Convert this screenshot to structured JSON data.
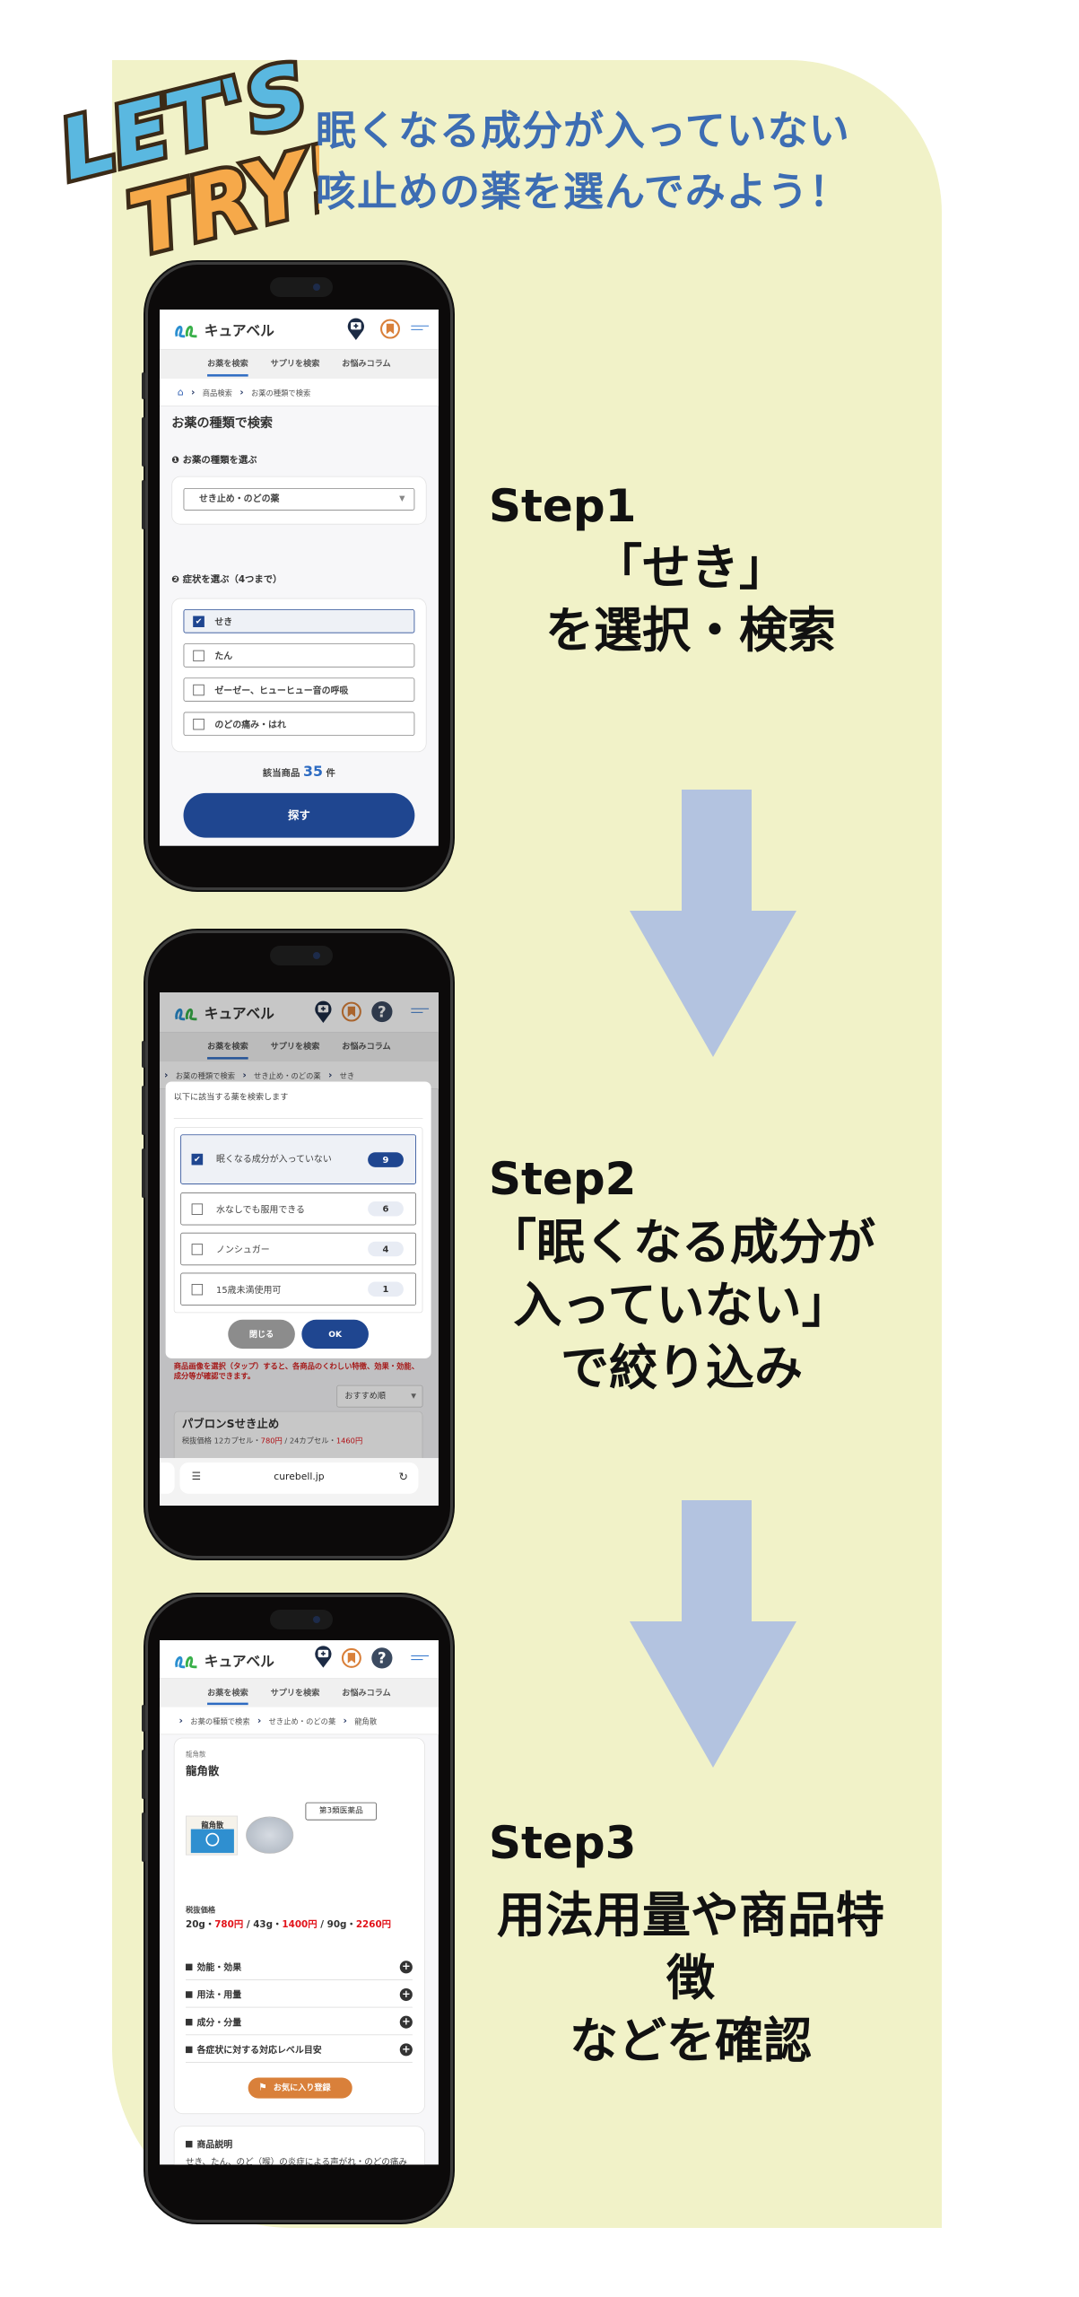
{
  "banner": {
    "logo_text": "LET'S TRY!",
    "title_lines": [
      "眠くなる成分が入っていない",
      "咳止めの薬を選んでみよう！"
    ]
  },
  "colors": {
    "panel": "#f1f2c8",
    "title": "#3d6db3",
    "arrow": "#b3c3e0",
    "primary_button": "#1f4690",
    "price_red": "#e2141b",
    "favorite_orange": "#d9803a"
  },
  "app": {
    "brand": "キュアベル",
    "nav": [
      "お薬を検索",
      "サプリを検索",
      "お悩みコラム"
    ]
  },
  "step1": {
    "heading": "Step1",
    "lines": [
      "「せき」",
      "を選択・検索"
    ],
    "screen": {
      "breadcrumb": [
        "商品検索",
        "お薬の種類で検索"
      ],
      "page_title": "お薬の種類で検索",
      "section1_label": "❶ お薬の種類を選ぶ",
      "select_value": "せき止め・のどの薬",
      "section2_label": "❷ 症状を選ぶ（4つまで）",
      "symptoms": [
        {
          "label": "せき",
          "checked": true
        },
        {
          "label": "たん",
          "checked": false
        },
        {
          "label": "ゼーゼー、ヒューヒュー音の呼吸",
          "checked": false
        },
        {
          "label": "のどの痛み・はれ",
          "checked": false
        }
      ],
      "count_prefix": "該当商品",
      "count": "35",
      "count_suffix": "件",
      "search_button": "探す"
    }
  },
  "step2": {
    "heading": "Step2",
    "lines": [
      "「眠くなる成分が",
      "入っていない」",
      "で絞り込み"
    ],
    "screen": {
      "breadcrumb": [
        "お薬の種類で検索",
        "せき止め・のどの薬",
        "せき"
      ],
      "modal_title": "以下に該当する薬を検索します",
      "filters": [
        {
          "label": "眠くなる成分が入っていない",
          "count": "9",
          "checked": true
        },
        {
          "label": "水なしでも服用できる",
          "count": "6",
          "checked": false
        },
        {
          "label": "ノンシュガー",
          "count": "4",
          "checked": false
        },
        {
          "label": "15歳未満使用可",
          "count": "1",
          "checked": false
        }
      ],
      "close_button": "閉じる",
      "ok_button": "OK",
      "notice": "商品画像を選択（タップ）すると、各商品のくわしい特徴、効果・効能、成分等が確認できます。",
      "sort_value": "おすすめ順",
      "product_name": "パブロンSせき止め",
      "price_segments": [
        "税抜価格 12カプセル・",
        "780円",
        " / 24カプセル・",
        "1460円"
      ],
      "url": "curebell.jp"
    }
  },
  "step3": {
    "heading": "Step3",
    "lines": [
      "用法用量や商品特徴",
      "などを確認"
    ],
    "screen": {
      "breadcrumb": [
        "お薬の種類で検索",
        "せき止め・のどの薬",
        "龍角散"
      ],
      "product_sub": "龍角散",
      "product_name": "龍角散",
      "category_badge": "第3類医薬品",
      "package_text": "龍角散",
      "price_label": "税抜価格",
      "price_segments": [
        "20g・",
        "780円",
        " / 43g・",
        "1400円",
        " / 90g・",
        "2260円"
      ],
      "accordions": [
        "効能・効果",
        "用法・用量",
        "成分・分量",
        "各症状に対する対応レベル目安"
      ],
      "favorite_button": "お気に入り登録",
      "description_title": "商品説明",
      "description": "せき、たん、のど（喉）の炎症による声がれ・のどの痛みに"
    }
  }
}
